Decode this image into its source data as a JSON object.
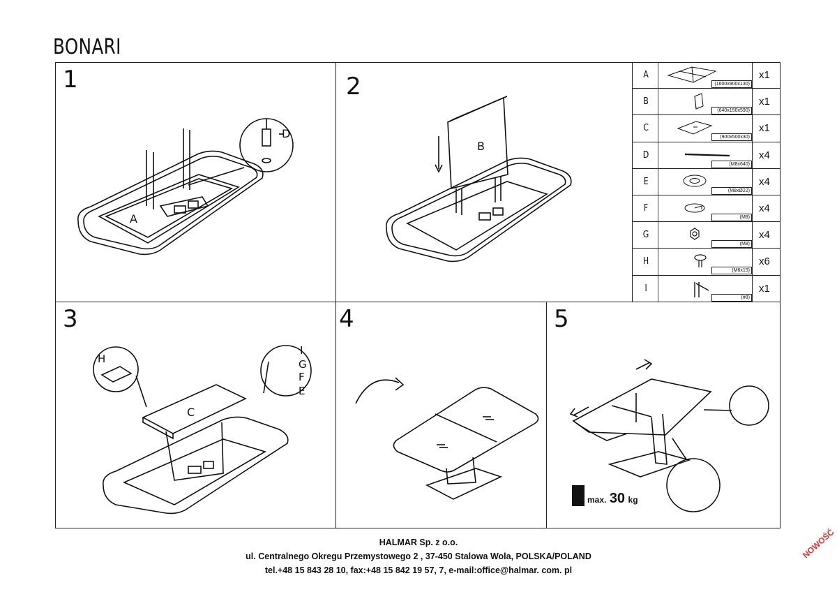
{
  "title": "BONARI",
  "steps": [
    "1",
    "2",
    "3",
    "4",
    "5"
  ],
  "labels": {
    "step1_part": "A",
    "step1_callout": "D",
    "step2_part": "B",
    "step3_part": "C",
    "step3_callout_h": "H",
    "step3_callout_i": "I",
    "step3_callout_g": "G",
    "step3_callout_f": "F",
    "step3_callout_e": "E"
  },
  "parts": [
    {
      "letter": "A",
      "dim": "(1600x900x130)",
      "qty": "x1",
      "icon": "tabletop-icon"
    },
    {
      "letter": "B",
      "dim": "(640x150x590)",
      "qty": "x1",
      "icon": "column-icon"
    },
    {
      "letter": "C",
      "dim": "(900x500x30)",
      "qty": "x1",
      "icon": "plate-icon"
    },
    {
      "letter": "D",
      "dim": "(M8x640)",
      "qty": "x4",
      "icon": "threaded-rod-icon"
    },
    {
      "letter": "E",
      "dim": "(M8xØ22)",
      "qty": "x4",
      "icon": "washer-icon"
    },
    {
      "letter": "F",
      "dim": "(M8)",
      "qty": "x4",
      "icon": "spring-washer-icon"
    },
    {
      "letter": "G",
      "dim": "(M8)",
      "qty": "x4",
      "icon": "nut-icon"
    },
    {
      "letter": "H",
      "dim": "(M6x15)",
      "qty": "x6",
      "icon": "leveling-foot-icon"
    },
    {
      "letter": "I",
      "dim": "(#8)",
      "qty": "x1",
      "icon": "allen-key-icon"
    }
  ],
  "weight": {
    "prefix": "max.",
    "value": "30",
    "unit": "kg"
  },
  "footer": {
    "company": "HALMAR Sp. z o.o.",
    "address": "ul. Centralnego Okregu Przemystowego 2 , 37-450 Stalowa Wola, POLSKA/POLAND",
    "contact": "tel.+48 15 843 28 10, fax:+48 15 842 19 57, 7, e-mail:office@halmar. com. pl"
  },
  "badge": "NOWOŚĆ"
}
